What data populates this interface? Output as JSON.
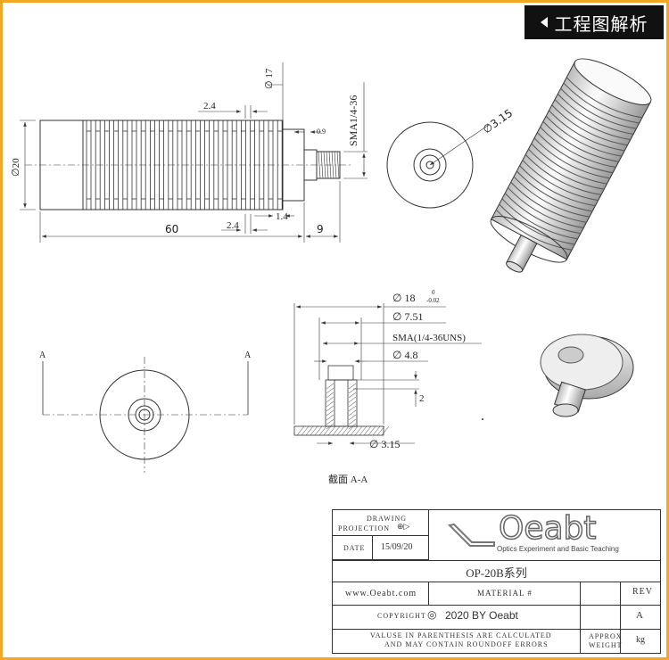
{
  "tag": {
    "label": "工程图解析"
  },
  "dims": {
    "d17": "∅ 17",
    "sma": "SMA1/4-36",
    "d20": "∅20",
    "len60": "60",
    "len9": "9",
    "t24a": "2.4",
    "t24b": "2.4",
    "t09": "0.9",
    "t14": "1.4",
    "d315": "∅3.15"
  },
  "section": {
    "d18": "∅ 18",
    "d18_tol_upper": "0",
    "d18_tol_lower": "-0.02",
    "d751": "∅ 7.51",
    "sma": "SMA(1/4-36UNS)",
    "d48": "∅ 4.8",
    "two": "2",
    "d315": "∅ 3.15",
    "caption": "截面  A-A",
    "markA1": "A",
    "markA2": "A"
  },
  "titleblock": {
    "drawing": "DRAWING",
    "projection": "PROJECTION",
    "date_label": "DATE",
    "date_value": "15/09/20",
    "logo": "Oeabt",
    "logo_sub": "Optics Experiment and Basic Teaching",
    "part": "OP-20B系列",
    "website": "www.Oeabt.com",
    "material": "MATERIAL #",
    "rev_label": "REV",
    "rev_value": "A",
    "copyright": "COPYRIGHT",
    "copyright_text": "2020 BY Oeabt",
    "note1": "VALUSE IN PARENTHESIS ARE CALCULATED",
    "note2": "AND MAY CONTAIN ROUNDOFF ERRORS",
    "approx": "APPROX",
    "weight": "WEIGHT",
    "unit": "kg"
  }
}
